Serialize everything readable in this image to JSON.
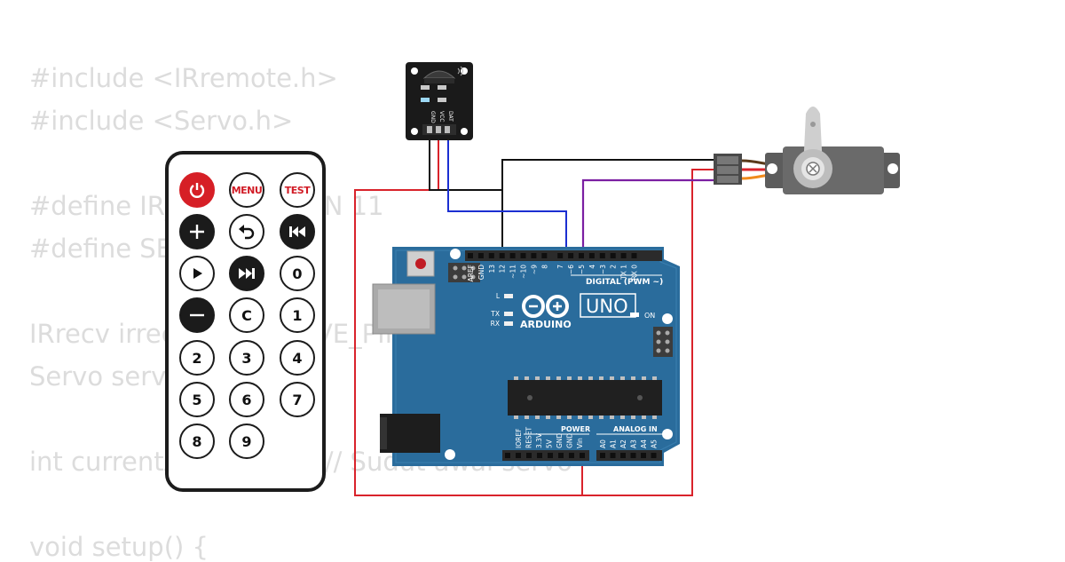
{
  "code": {
    "lines": [
      "#include <IRremote.h>",
      "#include <Servo.h>",
      "",
      "#define IR_RECEIVE_PIN 11",
      "#define SERVO_PIN 9",
      "",
      "IRrecv irrecv(IR_RECEIVE_PIN);",
      "Servo servo;",
      "",
      "int currentAngle = 90; // Sudut awal servo",
      "",
      "void setup() {"
    ]
  },
  "remote": {
    "buttons": [
      {
        "label": "",
        "name": "power-button",
        "icon": "power-icon"
      },
      {
        "label": "MENU",
        "name": "menu-button"
      },
      {
        "label": "TEST",
        "name": "test-button"
      },
      {
        "label": "",
        "name": "plus-button",
        "icon": "plus-icon"
      },
      {
        "label": "",
        "name": "back-button",
        "icon": "back-arrow-icon"
      },
      {
        "label": "",
        "name": "previous-button",
        "icon": "skip-back-icon"
      },
      {
        "label": "",
        "name": "play-button",
        "icon": "play-icon"
      },
      {
        "label": "",
        "name": "next-button",
        "icon": "skip-forward-icon"
      },
      {
        "label": "0",
        "name": "digit-0-button"
      },
      {
        "label": "",
        "name": "minus-button",
        "icon": "minus-icon"
      },
      {
        "label": "C",
        "name": "clear-button"
      },
      {
        "label": "1",
        "name": "digit-1-button"
      },
      {
        "label": "2",
        "name": "digit-2-button"
      },
      {
        "label": "3",
        "name": "digit-3-button"
      },
      {
        "label": "4",
        "name": "digit-4-button"
      },
      {
        "label": "5",
        "name": "digit-5-button"
      },
      {
        "label": "6",
        "name": "digit-6-button"
      },
      {
        "label": "7",
        "name": "digit-7-button"
      },
      {
        "label": "8",
        "name": "digit-8-button"
      },
      {
        "label": "9",
        "name": "digit-9-button"
      }
    ]
  },
  "ir_receiver": {
    "pins": [
      "GND",
      "VCC",
      "DAT"
    ]
  },
  "arduino": {
    "logo_text": "ARDUINO",
    "model": "UNO",
    "digital_label": "DIGITAL (PWM ~)",
    "analog_label": "ANALOG IN",
    "power_label": "POWER",
    "on_label": "ON",
    "led_labels": [
      "L",
      "TX",
      "RX"
    ],
    "digital_pins": [
      "AREF",
      "GND",
      "13",
      "12",
      "~11",
      "~10",
      "~9",
      "8",
      "7",
      "~6",
      "~5",
      "4",
      "~3",
      "2",
      "TX 1",
      "RX 0"
    ],
    "power_pins": [
      "IOREF",
      "RESET",
      "3.3V",
      "5V",
      "GND",
      "GND",
      "Vin"
    ],
    "analog_pins": [
      "A0",
      "A1",
      "A2",
      "A3",
      "A4",
      "A5"
    ]
  },
  "colors": {
    "board": "#2a6c9c",
    "wire_red": "#d9232b",
    "wire_black": "#111111",
    "wire_blue": "#1b2fd1",
    "wire_purple": "#7b1fa2",
    "servo_body": "#5c5c5c",
    "servo_orange": "#f08a1c"
  }
}
